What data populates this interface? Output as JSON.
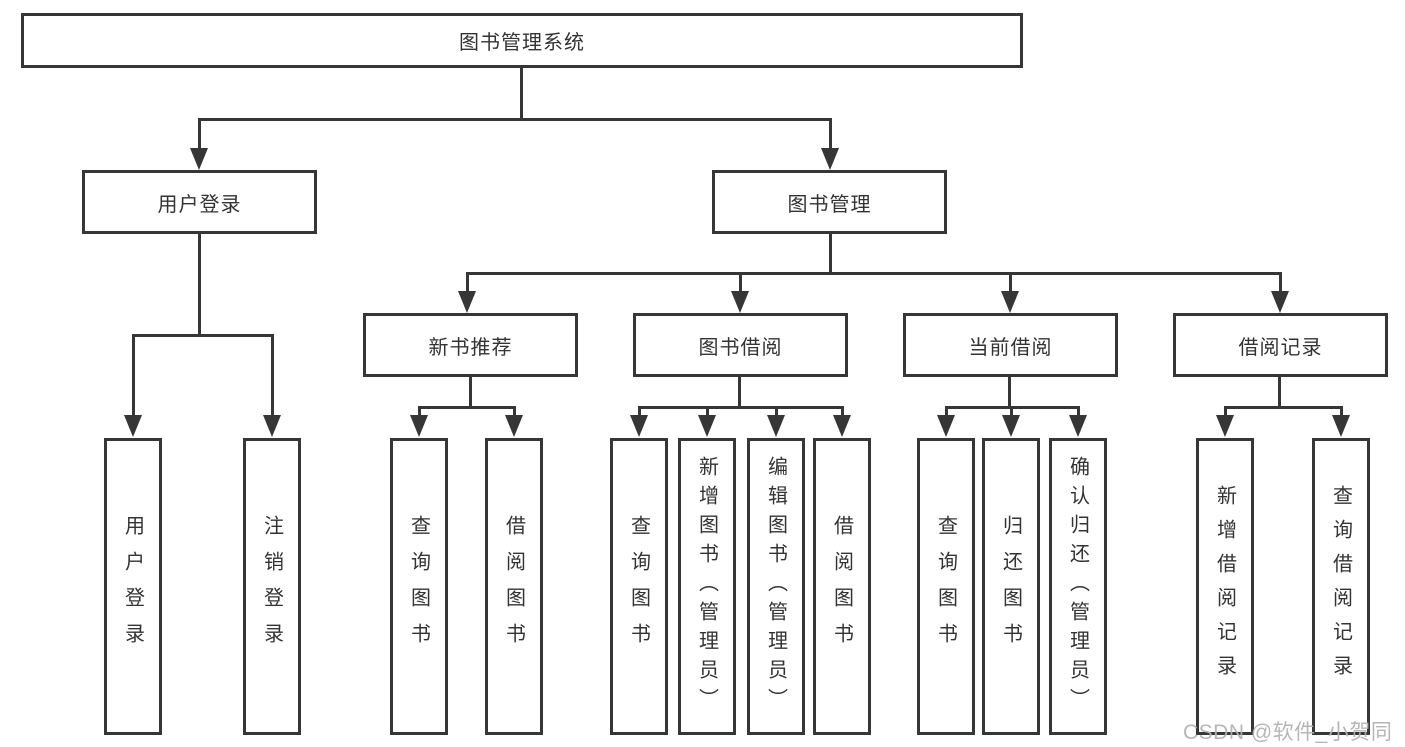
{
  "diagram": {
    "title_node": {
      "label": "图书管理系统"
    },
    "level2": [
      {
        "label": "用户登录"
      },
      {
        "label": "图书管理"
      }
    ],
    "level3": [
      {
        "label": "新书推荐",
        "parent": "图书管理"
      },
      {
        "label": "图书借阅",
        "parent": "图书管理"
      },
      {
        "label": "当前借阅",
        "parent": "图书管理"
      },
      {
        "label": "借阅记录",
        "parent": "图书管理"
      }
    ],
    "level4": [
      {
        "label": "用户登录",
        "parent": "用户登录"
      },
      {
        "label": "注销登录",
        "parent": "用户登录"
      },
      {
        "label": "查询图书",
        "parent": "新书推荐"
      },
      {
        "label": "借阅图书",
        "parent": "新书推荐"
      },
      {
        "label": "查询图书",
        "parent": "图书借阅"
      },
      {
        "label": "新增图书（管理员）",
        "parent": "图书借阅"
      },
      {
        "label": "编辑图书（管理员）",
        "parent": "图书借阅"
      },
      {
        "label": "借阅图书",
        "parent": "图书借阅"
      },
      {
        "label": "查询图书",
        "parent": "当前借阅"
      },
      {
        "label": "归还图书",
        "parent": "当前借阅"
      },
      {
        "label": "确认归还（管理员）",
        "parent": "当前借阅"
      },
      {
        "label": "新增借阅记录",
        "parent": "借阅记录"
      },
      {
        "label": "查询借阅记录",
        "parent": "借阅记录"
      }
    ],
    "watermark": {
      "text": "CSDN @软件_小贺同学"
    },
    "colors": {
      "line": "#363636",
      "text": "#333333",
      "watermark": "#b3b3b3",
      "background": "#ffffff"
    }
  }
}
